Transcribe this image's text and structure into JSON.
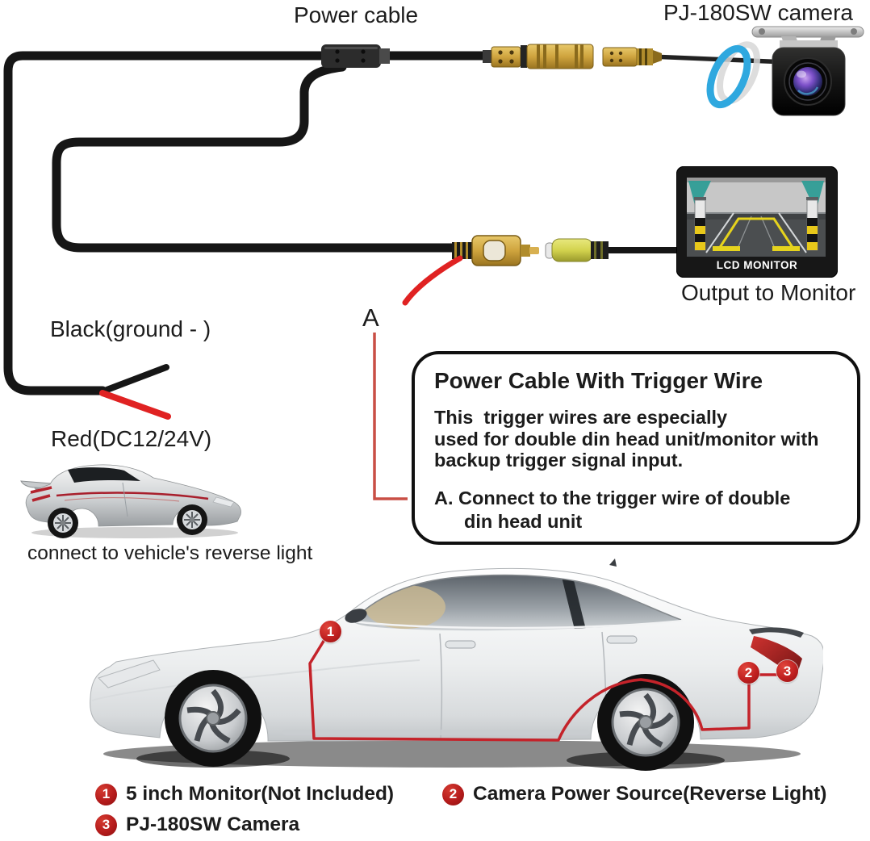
{
  "labels": {
    "power_cable": "Power cable",
    "camera": "PJ-180SW camera",
    "black_ground": "Black(ground - )",
    "red_dc": "Red(DC12/24V)",
    "reverse_light": "connect to vehicle's reverse light",
    "trigger_point": "A",
    "output_to_monitor": "Output to Monitor",
    "lcd_monitor": "LCD MONITOR"
  },
  "info_box": {
    "title": "Power Cable With Trigger Wire",
    "body": "This  trigger wires are especially\nused for double din head unit/monitor with\nbackup trigger signal input.",
    "note_line1": "A. Connect to the trigger wire of double",
    "note_line2": "din head unit"
  },
  "markers": {
    "m1": "1",
    "m2": "2",
    "m3": "3"
  },
  "legend": {
    "items": [
      {
        "num": "1",
        "label": "5 inch Monitor(Not Included)"
      },
      {
        "num": "2",
        "label": "Camera Power Source(Reverse Light)"
      },
      {
        "num": "3",
        "label": "PJ-180SW Camera"
      }
    ]
  },
  "colors": {
    "wire_black": "#161616",
    "wire_red": "#e02222",
    "leader_red": "#c94f45",
    "connector_gold": "#d2a63c",
    "rca_yellow": "#d9d958",
    "marker_red": "#b51c1c",
    "ring_blue": "#2fa8df",
    "monitor_teal": "#2f9d96",
    "guide_yellow": "#e6d31d"
  }
}
